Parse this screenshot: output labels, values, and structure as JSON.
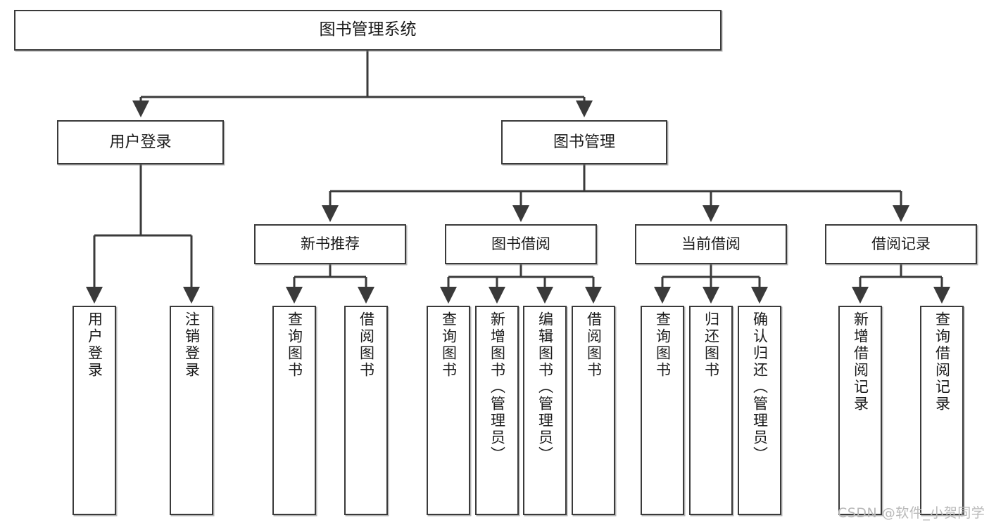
{
  "diagram": {
    "title": "图书管理系统",
    "type": "tree-hierarchy-diagram",
    "stroke_color": "#3a3a3a",
    "fill_color": "#ffffff",
    "text_color": "#1b1b1b"
  },
  "nodes": {
    "root": {
      "label": "图书管理系统"
    },
    "level2": [
      {
        "id": "user-login",
        "label": "用户登录"
      },
      {
        "id": "book-manage",
        "label": "图书管理"
      }
    ],
    "level3": [
      {
        "id": "new-book-recommend",
        "label": "新书推荐"
      },
      {
        "id": "book-borrow",
        "label": "图书借阅"
      },
      {
        "id": "current-borrow",
        "label": "当前借阅"
      },
      {
        "id": "borrow-record",
        "label": "借阅记录"
      }
    ],
    "leaves": {
      "user-login": [
        {
          "id": "leaf-user-login",
          "label": "用户登录"
        },
        {
          "id": "leaf-logout-login",
          "label": "注销登录"
        }
      ],
      "new-book-recommend": [
        {
          "id": "leaf-query-book-1",
          "label": "查询图书"
        },
        {
          "id": "leaf-borrow-book-1",
          "label": "借阅图书"
        }
      ],
      "book-borrow": [
        {
          "id": "leaf-query-book-2",
          "label": "查询图书"
        },
        {
          "id": "leaf-add-book",
          "label": "新增图书（管理员）"
        },
        {
          "id": "leaf-edit-book",
          "label": "编辑图书（管理员）"
        },
        {
          "id": "leaf-borrow-book-2",
          "label": "借阅图书"
        }
      ],
      "current-borrow": [
        {
          "id": "leaf-query-book-3",
          "label": "查询图书"
        },
        {
          "id": "leaf-return-book",
          "label": "归还图书"
        },
        {
          "id": "leaf-confirm-return",
          "label": "确认归还（管理员）"
        }
      ],
      "borrow-record": [
        {
          "id": "leaf-add-record",
          "label": "新增借阅记录"
        },
        {
          "id": "leaf-query-record",
          "label": "查询借阅记录"
        }
      ]
    }
  },
  "watermark": {
    "text": "CSDN @软件_小贺同学"
  }
}
